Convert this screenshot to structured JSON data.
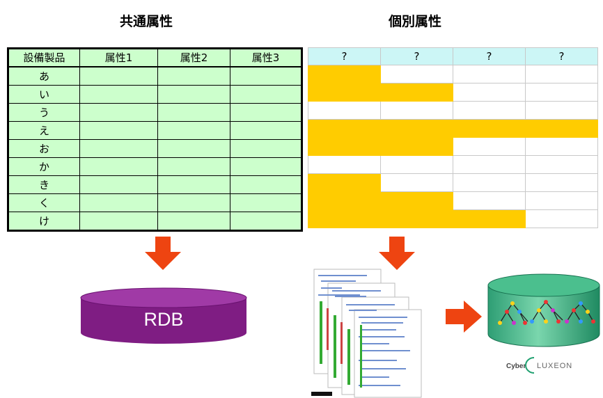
{
  "headings": {
    "common": "共通属性",
    "individual": "個別属性"
  },
  "common_table": {
    "headers": [
      "設備製品",
      "属性1",
      "属性2",
      "属性3"
    ],
    "rows": [
      "あ",
      "い",
      "う",
      "え",
      "お",
      "か",
      "き",
      "く",
      "け"
    ]
  },
  "individual_table": {
    "headers": [
      "?",
      "?",
      "?",
      "?"
    ],
    "filled_counts": [
      1,
      2,
      0,
      4,
      2,
      0,
      1,
      2,
      3
    ]
  },
  "rdb": {
    "label": "RDB",
    "color": "#7f1d83"
  },
  "cyber_luxeon": {
    "logo_text_a": "Cyber",
    "logo_text_b": "LUXEON",
    "color": "#1fa070"
  },
  "colors": {
    "common_fill": "#ccffcc",
    "individual_fill": "#ffcc00",
    "individual_header": "#ccf6f6",
    "arrow": "#ee4411"
  }
}
